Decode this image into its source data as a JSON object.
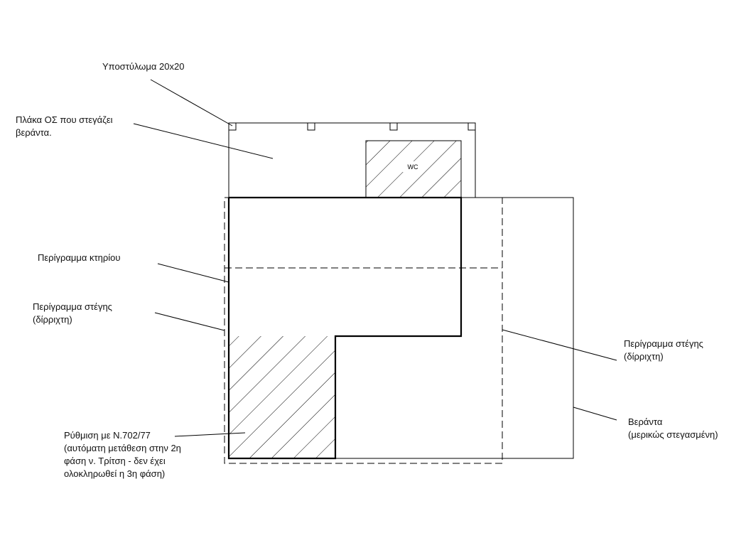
{
  "labels": {
    "column": "Υποστύλωμα 20x20",
    "slab": [
      "Πλάκα ΟΣ που στεγάζει",
      "βεράντα."
    ],
    "building_outline": "Περίγραμμα κτηρίου",
    "roof_outline_left": [
      "Περίγραμμα στέγης",
      "(δίρριχτη)"
    ],
    "roof_outline_right": [
      "Περίγραμμα στέγης",
      "(δίρριχτη)"
    ],
    "veranda": [
      "Βεράντα",
      "(μερικώς στεγασμένη)"
    ],
    "regulation": [
      "Ρύθμιση με Ν.702/77",
      "(αυτόματη μετάθεση στην 2η",
      "φάση ν. Τρίτση - δεν έχει",
      "ολοκληρωθεί η 3η φάση)"
    ],
    "wc": "WC"
  },
  "colors": {
    "line": "#000000",
    "background": "#ffffff"
  }
}
